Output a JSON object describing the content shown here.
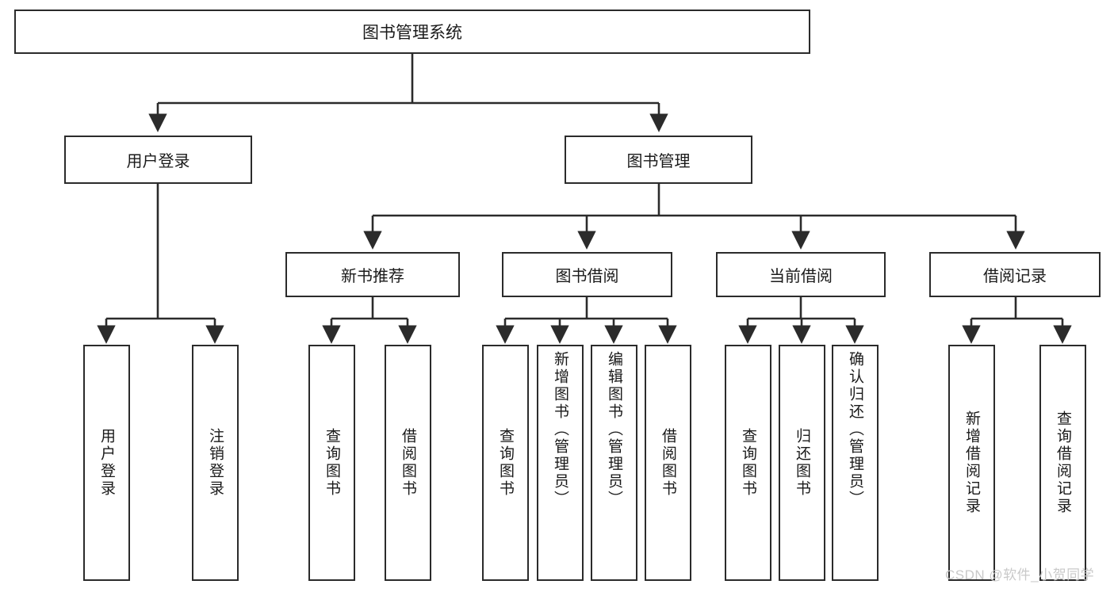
{
  "diagram": {
    "type": "hierarchy-tree",
    "title": "图书管理系统",
    "root": {
      "label": "图书管理系统"
    },
    "level1": [
      {
        "label": "用户登录"
      },
      {
        "label": "图书管理"
      }
    ],
    "level2": [
      {
        "label": "新书推荐"
      },
      {
        "label": "图书借阅"
      },
      {
        "label": "当前借阅"
      },
      {
        "label": "借阅记录"
      }
    ],
    "leaves": [
      {
        "label": "用户登录",
        "parent": "用户登录"
      },
      {
        "label": "注销登录",
        "parent": "用户登录"
      },
      {
        "label": "查询图书",
        "parent": "新书推荐"
      },
      {
        "label": "借阅图书",
        "parent": "新书推荐"
      },
      {
        "label": "查询图书",
        "parent": "图书借阅"
      },
      {
        "label": "新增图书（管理员）",
        "parent": "图书借阅"
      },
      {
        "label": "编辑图书（管理员）",
        "parent": "图书借阅"
      },
      {
        "label": "借阅图书",
        "parent": "图书借阅"
      },
      {
        "label": "查询图书",
        "parent": "当前借阅"
      },
      {
        "label": "归还图书",
        "parent": "当前借阅"
      },
      {
        "label": "确认归还（管理员）",
        "parent": "当前借阅"
      },
      {
        "label": "新增借阅记录",
        "parent": "借阅记录"
      },
      {
        "label": "查询借阅记录",
        "parent": "借阅记录"
      }
    ]
  },
  "watermark": {
    "text": "CSDN @软件_小贺同学"
  },
  "colors": {
    "box_border": "#2b2b2b",
    "box_fill": "#ffffff",
    "text": "#1a1a1a",
    "connector": "#2b2b2b",
    "watermark": "#c9c9c9",
    "background": "#ffffff"
  }
}
